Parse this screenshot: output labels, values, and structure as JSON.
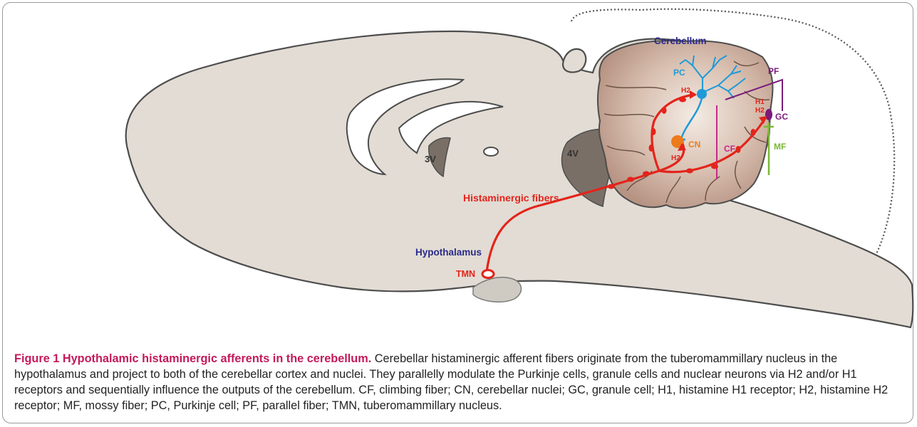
{
  "labels": {
    "cerebellum": "Cerebellum",
    "pc": "PC",
    "pf": "PF",
    "h2_pc": "H2",
    "h1": "H1",
    "h2_gc": "H2",
    "gc": "GC",
    "cf": "CF",
    "cn": "CN",
    "h2_cn": "H2",
    "mf": "MF",
    "third_ventricle": "3V",
    "fourth_ventricle": "4V",
    "histaminergic_fibers": "Histaminergic fibers",
    "hypothalamus": "Hypothalamus",
    "tmn": "TMN"
  },
  "colors": {
    "brain_fill": "#e2dcd4",
    "cerebellum_fill": "#c9ab98",
    "fiber_red": "#e3241b",
    "purkinje_blue": "#1e9ad8",
    "cn_orange": "#ec7b1c",
    "gc_purple": "#7a1a7c",
    "cf_magenta": "#c8278b",
    "mf_green": "#7ab833",
    "label_navy": "#2a2a8a"
  },
  "caption": {
    "title": "Figure 1 Hypothalamic histaminergic afferents in the cerebellum.",
    "body": " Cerebellar histaminergic afferent fibers originate from the tuberomammillary nucleus in the hypothalamus and project to both of the cerebellar cortex and nuclei. They parallelly modulate the Purkinje cells, granule cells and nuclear neurons via H2 and/or H1 receptors and sequentially influence the outputs of the cerebellum. CF, climbing fiber; CN, cerebellar nuclei; GC, granule cell; H1, histamine H1 receptor; H2, histamine H2 receptor; MF, mossy fiber; PC, Purkinje cell; PF, parallel fiber; TMN, tuberomammillary nucleus."
  }
}
